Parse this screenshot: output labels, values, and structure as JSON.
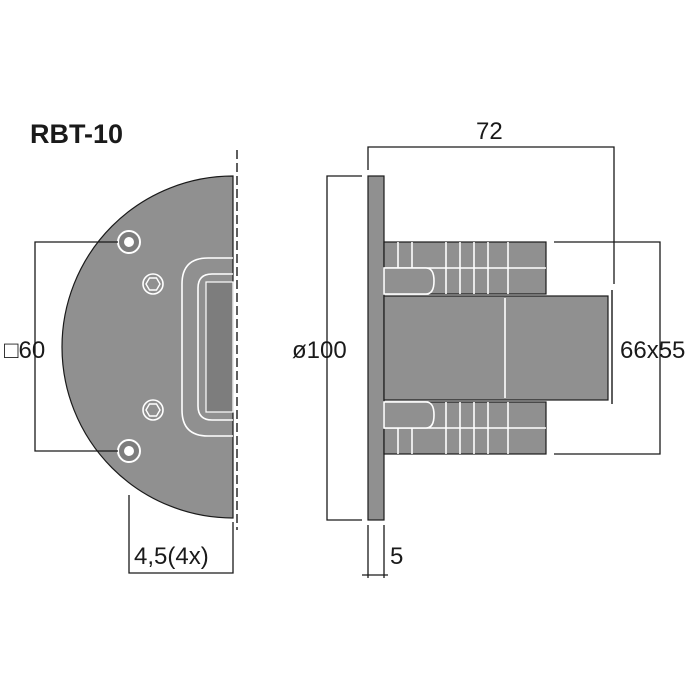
{
  "title": "RBT-10",
  "labels": {
    "square_mount": "□60",
    "hole_dia": "4,5(4x)",
    "depth": "72",
    "diameter": "ø100",
    "flange": "5",
    "body": "66x55"
  },
  "colors": {
    "body_fill": "#909090",
    "body_dark": "#7d7d7d",
    "line": "#1a1a1a"
  }
}
